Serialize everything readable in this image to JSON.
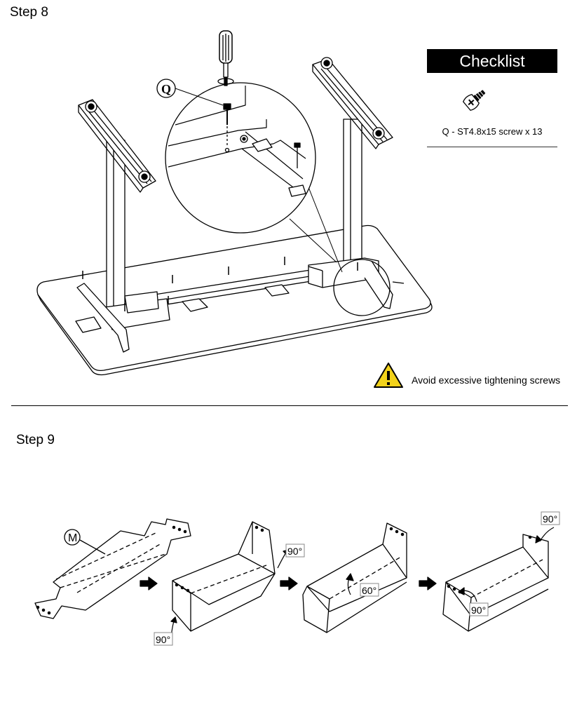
{
  "step8": {
    "title": "Step 8",
    "callout_part": "Q",
    "checklist": {
      "header": "Checklist",
      "item": "Q - ST4.8x15 screw x 13",
      "icon": "screw-icon"
    },
    "warning": {
      "text": "Avoid excessive tightening screws",
      "icon": "warning-triangle-icon",
      "color": "#f2d21b"
    }
  },
  "step9": {
    "title": "Step  9",
    "part": "M",
    "fold_angles": [
      "90°",
      "90°",
      "60°",
      "90°",
      "90°"
    ]
  }
}
